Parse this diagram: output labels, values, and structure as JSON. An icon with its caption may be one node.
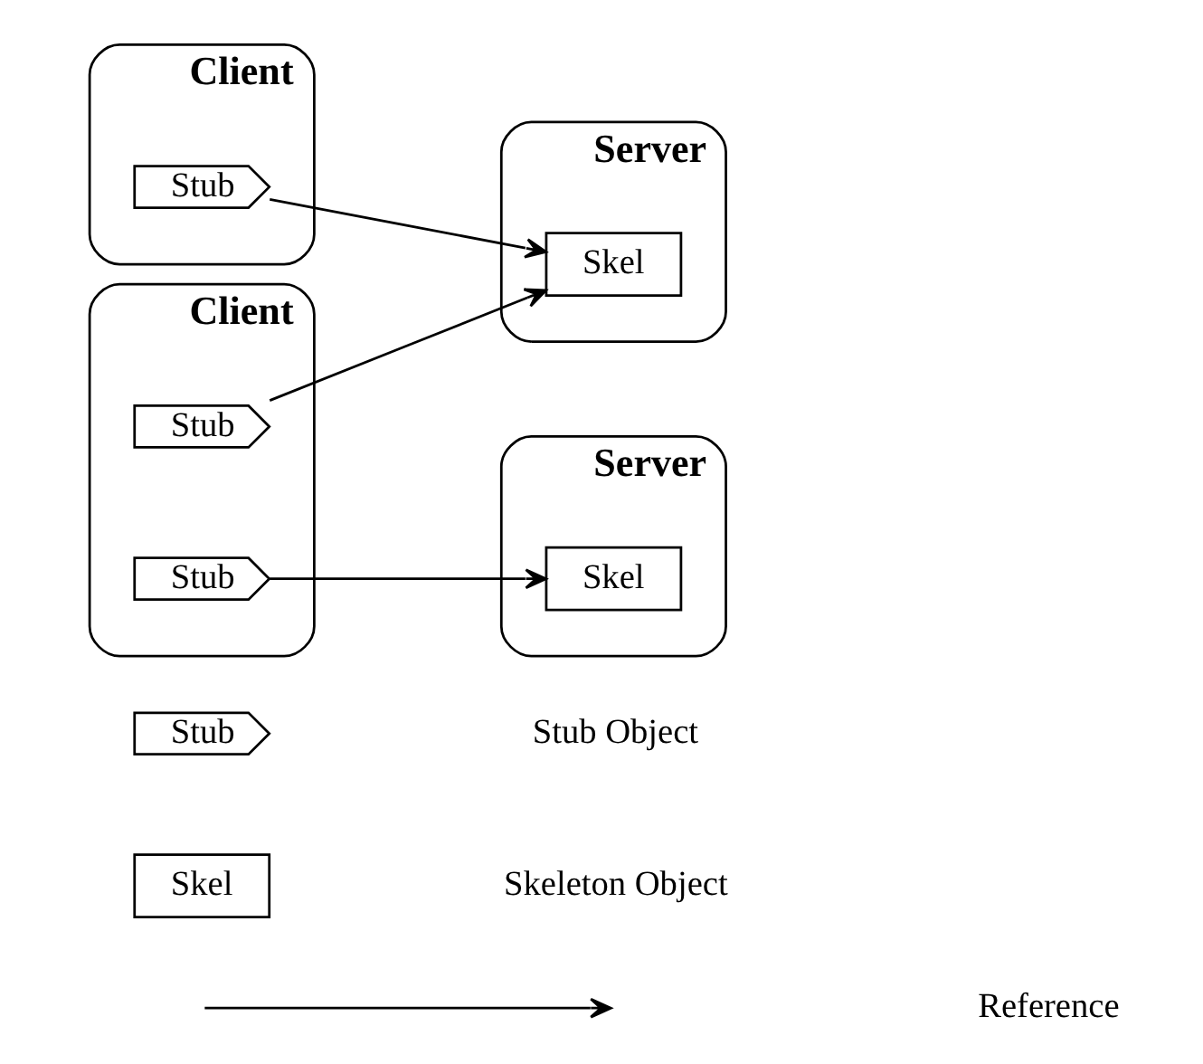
{
  "diagram": {
    "nodes": [
      {
        "text": [
          "Client"
        ]
      },
      {
        "text": [
          "Stub"
        ],
        "in": 0
      },
      {
        "text": [
          "Server"
        ]
      },
      {
        "text": [
          "Skel"
        ],
        "in": 2
      },
      {
        "text": [
          "Client"
        ]
      },
      {
        "text": [
          "Stub"
        ],
        "in": 4
      },
      {
        "text": [
          "Stub"
        ],
        "in": 4
      },
      {
        "text": [
          "Server"
        ]
      },
      {
        "text": [
          "Skel"
        ],
        "in": 7
      },
      {
        "text": [
          "Stub"
        ]
      },
      {
        "text": [
          "Skel"
        ]
      }
    ],
    "edges": [
      {
        "from": 1,
        "to": 3,
        "arrow": "to"
      },
      {
        "from": 5,
        "to": 3,
        "arrow": "to"
      },
      {
        "from": 6,
        "to": 8,
        "arrow": "to"
      }
    ],
    "legend": [
      {
        "text": "Stub Object"
      },
      {
        "text": "Skeleton Object"
      },
      {
        "text": "Reference"
      }
    ]
  }
}
